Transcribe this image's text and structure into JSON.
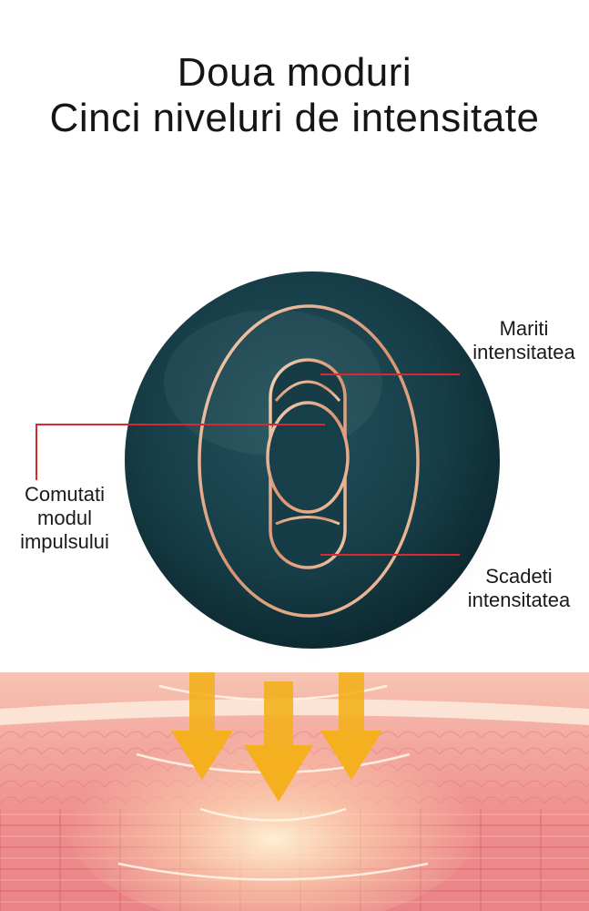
{
  "heading": {
    "line1": "Doua moduri",
    "line2": "Cinci niveluri de intensitate"
  },
  "labels": {
    "increase_line1": "Mariti",
    "increase_line2": "intensitatea",
    "decrease_line1": "Scadeti",
    "decrease_line2": "intensitatea",
    "mode_line1": "Comutati",
    "mode_line2": "modul",
    "mode_line3": "impulsului"
  },
  "colors": {
    "device_body": "#163d47",
    "rose_gold_trim": "#e7b08f",
    "callout_line": "#d8292f",
    "arrow": "#f4b01e",
    "skin": "#f2a8a0"
  },
  "icons": [
    "down-arrow-icon",
    "down-arrow-icon",
    "down-arrow-icon"
  ]
}
